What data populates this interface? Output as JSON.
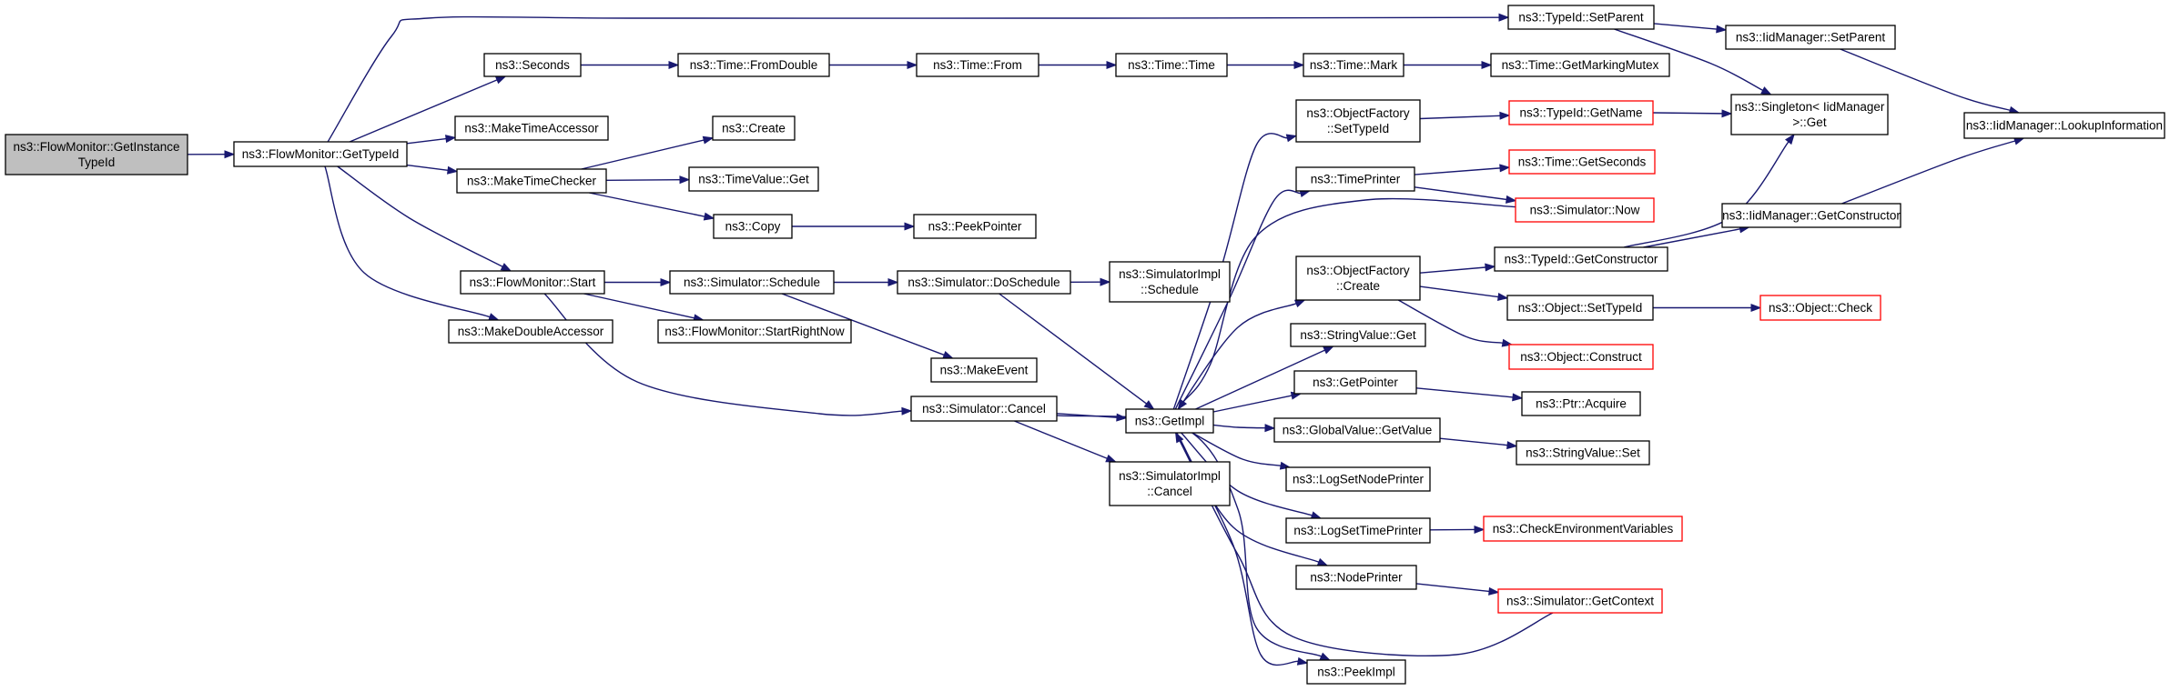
{
  "colors": {
    "edge": "#191970",
    "root_fill": "#bfbfbf",
    "truncated_border": "#ff0000",
    "node_border": "#000000"
  },
  "nodes": [
    {
      "id": "root",
      "lines": [
        "ns3::FlowMonitor::GetInstance",
        "TypeId"
      ],
      "style": "root"
    },
    {
      "id": "gettypeid",
      "lines": [
        "ns3::FlowMonitor::GetTypeId"
      ]
    },
    {
      "id": "seconds",
      "lines": [
        "ns3::Seconds"
      ]
    },
    {
      "id": "maketimeaccessor",
      "lines": [
        "ns3::MakeTimeAccessor"
      ]
    },
    {
      "id": "maketimechecker",
      "lines": [
        "ns3::MakeTimeChecker"
      ]
    },
    {
      "id": "fmstart",
      "lines": [
        "ns3::FlowMonitor::Start"
      ]
    },
    {
      "id": "makedoubleaccessor",
      "lines": [
        "ns3::MakeDoubleAccessor"
      ]
    },
    {
      "id": "timefromdouble",
      "lines": [
        "ns3::Time::FromDouble"
      ]
    },
    {
      "id": "create",
      "lines": [
        "ns3::Create"
      ]
    },
    {
      "id": "timevalueget",
      "lines": [
        "ns3::TimeValue::Get"
      ]
    },
    {
      "id": "copy",
      "lines": [
        "ns3::Copy"
      ]
    },
    {
      "id": "simschedule",
      "lines": [
        "ns3::Simulator::Schedule"
      ]
    },
    {
      "id": "startrightnow",
      "lines": [
        "ns3::FlowMonitor::StartRightNow"
      ]
    },
    {
      "id": "simcancel",
      "lines": [
        "ns3::Simulator::Cancel"
      ]
    },
    {
      "id": "timefrom",
      "lines": [
        "ns3::Time::From"
      ]
    },
    {
      "id": "peekpointer",
      "lines": [
        "ns3::PeekPointer"
      ]
    },
    {
      "id": "doschedule",
      "lines": [
        "ns3::Simulator::DoSchedule"
      ]
    },
    {
      "id": "makeevent",
      "lines": [
        "ns3::MakeEvent"
      ]
    },
    {
      "id": "timetime",
      "lines": [
        "ns3::Time::Time"
      ]
    },
    {
      "id": "implschedule",
      "lines": [
        "ns3::SimulatorImpl",
        "::Schedule"
      ]
    },
    {
      "id": "getimpl",
      "lines": [
        "ns3::GetImpl"
      ]
    },
    {
      "id": "implcancel",
      "lines": [
        "ns3::SimulatorImpl",
        "::Cancel"
      ]
    },
    {
      "id": "timemark",
      "lines": [
        "ns3::Time::Mark"
      ]
    },
    {
      "id": "ofsettypeid",
      "lines": [
        "ns3::ObjectFactory",
        "::SetTypeId"
      ]
    },
    {
      "id": "timeprinter",
      "lines": [
        "ns3::TimePrinter"
      ]
    },
    {
      "id": "ofcreate",
      "lines": [
        "ns3::ObjectFactory",
        "::Create"
      ]
    },
    {
      "id": "stringvalueget",
      "lines": [
        "ns3::StringValue::Get"
      ]
    },
    {
      "id": "getpointer",
      "lines": [
        "ns3::GetPointer"
      ]
    },
    {
      "id": "globalvalueget",
      "lines": [
        "ns3::GlobalValue::GetValue"
      ]
    },
    {
      "id": "logsetnodeprinter",
      "lines": [
        "ns3::LogSetNodePrinter"
      ]
    },
    {
      "id": "logsettimeprinter",
      "lines": [
        "ns3::LogSetTimePrinter"
      ]
    },
    {
      "id": "nodeprinter",
      "lines": [
        "ns3::NodePrinter"
      ]
    },
    {
      "id": "peekimpl",
      "lines": [
        "ns3::PeekImpl"
      ]
    },
    {
      "id": "typeidsetparent",
      "lines": [
        "ns3::TypeId::SetParent"
      ]
    },
    {
      "id": "getmarkingmutex",
      "lines": [
        "ns3::Time::GetMarkingMutex"
      ]
    },
    {
      "id": "typeidgetname",
      "lines": [
        "ns3::TypeId::GetName"
      ],
      "style": "trunc"
    },
    {
      "id": "timegetseconds",
      "lines": [
        "ns3::Time::GetSeconds"
      ],
      "style": "trunc"
    },
    {
      "id": "simnow",
      "lines": [
        "ns3::Simulator::Now"
      ],
      "style": "trunc"
    },
    {
      "id": "typeidgetconstructor",
      "lines": [
        "ns3::TypeId::GetConstructor"
      ]
    },
    {
      "id": "objectsettypeid",
      "lines": [
        "ns3::Object::SetTypeId"
      ]
    },
    {
      "id": "objectconstruct",
      "lines": [
        "ns3::Object::Construct"
      ],
      "style": "trunc"
    },
    {
      "id": "ptracquire",
      "lines": [
        "ns3::Ptr::Acquire"
      ]
    },
    {
      "id": "stringvalueset",
      "lines": [
        "ns3::StringValue::Set"
      ]
    },
    {
      "id": "checkenv",
      "lines": [
        "ns3::CheckEnvironmentVariables"
      ],
      "style": "trunc"
    },
    {
      "id": "simgetcontext",
      "lines": [
        "ns3::Simulator::GetContext"
      ],
      "style": "trunc"
    },
    {
      "id": "iidsetparent",
      "lines": [
        "ns3::IidManager::SetParent"
      ]
    },
    {
      "id": "singletonget",
      "lines": [
        "ns3::Singleton< IidManager",
        ">::Get"
      ]
    },
    {
      "id": "iidgetconstructor",
      "lines": [
        "ns3::IidManager::GetConstructor"
      ]
    },
    {
      "id": "objectcheck",
      "lines": [
        "ns3::Object::Check"
      ],
      "style": "trunc"
    },
    {
      "id": "iidlookup",
      "lines": [
        "ns3::IidManager::LookupInformation"
      ]
    }
  ],
  "edges": [
    [
      "root",
      "gettypeid"
    ],
    [
      "gettypeid",
      "typeidsetparent"
    ],
    [
      "gettypeid",
      "seconds"
    ],
    [
      "gettypeid",
      "maketimeaccessor"
    ],
    [
      "gettypeid",
      "maketimechecker"
    ],
    [
      "gettypeid",
      "fmstart"
    ],
    [
      "gettypeid",
      "makedoubleaccessor"
    ],
    [
      "seconds",
      "timefromdouble"
    ],
    [
      "timefromdouble",
      "timefrom"
    ],
    [
      "timefrom",
      "timetime"
    ],
    [
      "timetime",
      "timemark"
    ],
    [
      "timemark",
      "getmarkingmutex"
    ],
    [
      "maketimechecker",
      "create"
    ],
    [
      "maketimechecker",
      "timevalueget"
    ],
    [
      "maketimechecker",
      "copy"
    ],
    [
      "copy",
      "peekpointer"
    ],
    [
      "fmstart",
      "simschedule"
    ],
    [
      "fmstart",
      "startrightnow"
    ],
    [
      "fmstart",
      "simcancel"
    ],
    [
      "simschedule",
      "doschedule"
    ],
    [
      "simschedule",
      "makeevent"
    ],
    [
      "doschedule",
      "implschedule"
    ],
    [
      "doschedule",
      "getimpl"
    ],
    [
      "simcancel",
      "getimpl"
    ],
    [
      "simcancel",
      "implcancel"
    ],
    [
      "simcancel",
      "peekimpl"
    ],
    [
      "getimpl",
      "ofsettypeid"
    ],
    [
      "getimpl",
      "timeprinter"
    ],
    [
      "getimpl",
      "ofcreate"
    ],
    [
      "getimpl",
      "stringvalueget"
    ],
    [
      "getimpl",
      "getpointer"
    ],
    [
      "getimpl",
      "globalvalueget"
    ],
    [
      "getimpl",
      "logsetnodeprinter"
    ],
    [
      "getimpl",
      "logsettimeprinter"
    ],
    [
      "getimpl",
      "nodeprinter"
    ],
    [
      "getimpl",
      "peekimpl"
    ],
    [
      "simnow",
      "getimpl"
    ],
    [
      "simgetcontext",
      "getimpl"
    ],
    [
      "ofsettypeid",
      "typeidgetname"
    ],
    [
      "timeprinter",
      "timegetseconds"
    ],
    [
      "timeprinter",
      "simnow"
    ],
    [
      "ofcreate",
      "typeidgetconstructor"
    ],
    [
      "ofcreate",
      "objectsettypeid"
    ],
    [
      "ofcreate",
      "objectconstruct"
    ],
    [
      "getpointer",
      "ptracquire"
    ],
    [
      "globalvalueget",
      "stringvalueset"
    ],
    [
      "logsettimeprinter",
      "checkenv"
    ],
    [
      "nodeprinter",
      "simgetcontext"
    ],
    [
      "typeidsetparent",
      "iidsetparent"
    ],
    [
      "typeidsetparent",
      "singletonget"
    ],
    [
      "typeidgetname",
      "singletonget"
    ],
    [
      "typeidgetconstructor",
      "singletonget"
    ],
    [
      "typeidgetconstructor",
      "iidgetconstructor"
    ],
    [
      "iidsetparent",
      "iidlookup"
    ],
    [
      "iidgetconstructor",
      "iidlookup"
    ],
    [
      "objectsettypeid",
      "objectcheck"
    ]
  ]
}
